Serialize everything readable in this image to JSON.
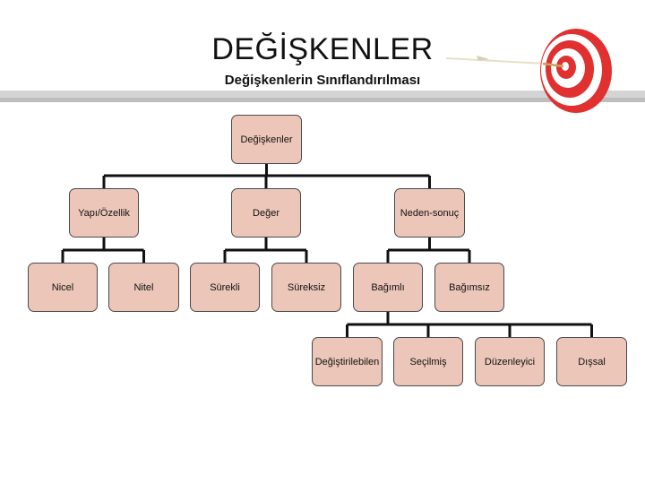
{
  "header": {
    "title": "DEĞİŞKENLER",
    "subtitle": "Değişkenlerin Sınıflandırılması"
  },
  "icons": {
    "header_graphic": "target-with-arrow-icon",
    "accent_red": "#e03030"
  },
  "colors": {
    "node_fill": "#ecc6b8",
    "node_border": "#4a4a4a",
    "connector": "#111111"
  },
  "tree": {
    "root": "Değişkenler",
    "level1": [
      "Yapı/Özellik",
      "Değer",
      "Neden-sonuç"
    ],
    "level2": [
      "Nicel",
      "Nitel",
      "Sürekli",
      "Süreksiz",
      "Bağımlı",
      "Bağımsız"
    ],
    "level3": [
      "Değiştirilebilen",
      "Seçilmiş",
      "Düzenleyici",
      "Dışsal"
    ]
  }
}
